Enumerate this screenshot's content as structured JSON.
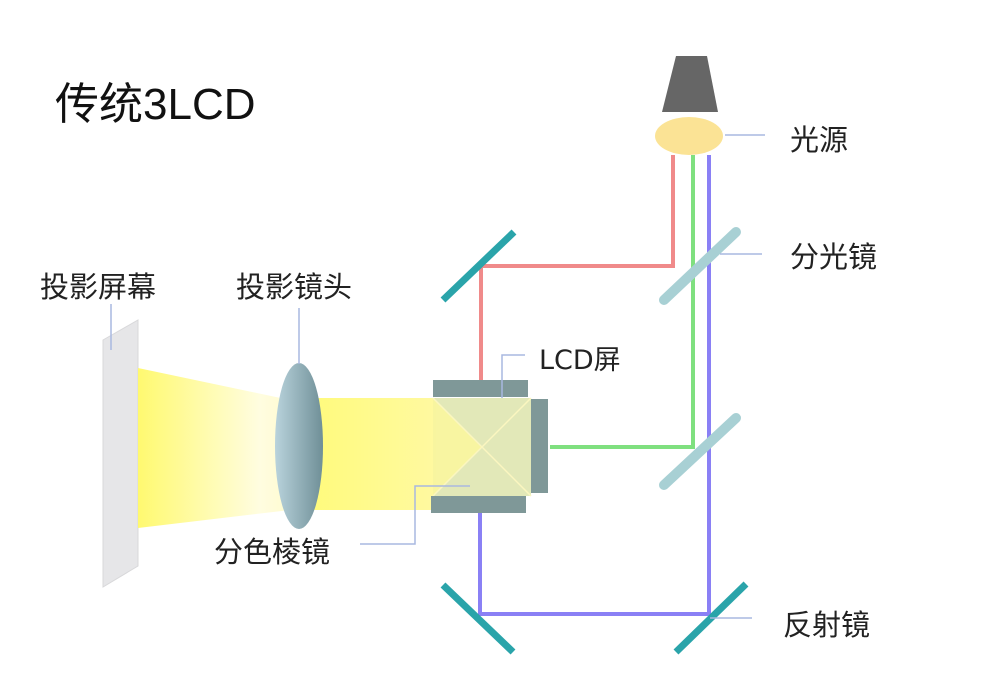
{
  "title": "传统3LCD",
  "labels": {
    "light_source": "光源",
    "dichroic_mirror": "分光镜",
    "projection_screen": "投影屏幕",
    "projection_lens": "投影镜头",
    "lcd_panel": "LCD屏",
    "dichroic_prism": "分色棱镜",
    "reflector_mirror": "反射镜"
  },
  "colors": {
    "red_beam": "#f08a8a",
    "green_beam": "#7fe07f",
    "blue_beam": "#8a80f5",
    "mirror": "#2aa4aa",
    "dichroic": "#a8d0d4",
    "lcd_panel": "#7f9898",
    "prism": "#dfe6b0",
    "lamp_body": "#666666",
    "lamp_glow": "#fbe08a",
    "beam_yellow": "#fff96a",
    "screen": "#e6e6e8",
    "leader": "#a9b8e0"
  }
}
